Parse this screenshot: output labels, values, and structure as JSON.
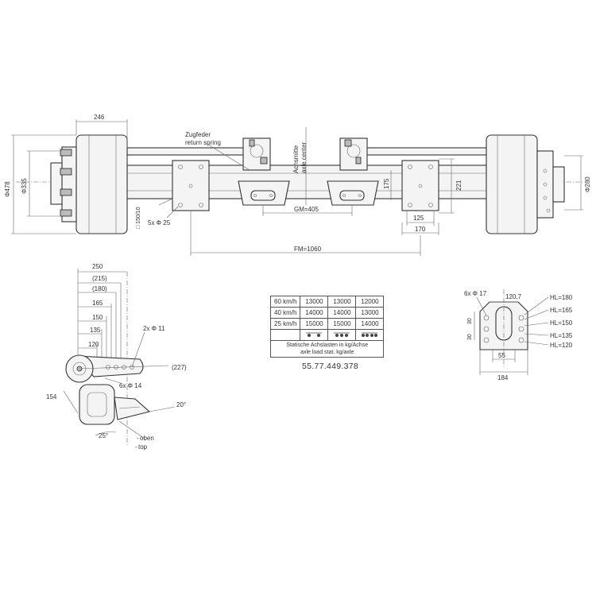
{
  "front_view": {
    "dim_246": "246",
    "dia_478": "Φ478",
    "dia_335": "Φ335",
    "dia_280": "Φ280",
    "spring_label_de": "Zugfeder",
    "spring_label_en": "return spring",
    "center_label_de": "Achsmitte",
    "center_label_en": "axle center",
    "dim_175": "175",
    "dim_221": "221",
    "bolt_note": "5x Φ 25",
    "square_note": "□ 150/10",
    "gm": "GM=405",
    "fm": "FM=1060",
    "dim_125": "125",
    "dim_170": "170"
  },
  "side_view": {
    "dim_250": "250",
    "dim_215": "(215)",
    "dim_180": "(180)",
    "dim_165": "165",
    "dim_150": "150",
    "dim_135": "135",
    "dim_120": "120",
    "holes_11": "2x Φ 11",
    "holes_14": "6x Φ 14",
    "dim_227": "(227)",
    "dim_154": "154",
    "angle_20": "20°",
    "angle_25": "25°",
    "top_de": "oben",
    "top_en": "top"
  },
  "load_table": {
    "rows": [
      {
        "speed": "60 km/h",
        "values": [
          "13000",
          "13000",
          "12000"
        ]
      },
      {
        "speed": "40 km/h",
        "values": [
          "14000",
          "14000",
          "13000"
        ]
      },
      {
        "speed": "25 km/h",
        "values": [
          "15000",
          "15000",
          "14000"
        ]
      }
    ],
    "note_de": "Statische Achslasten in kg/Achse",
    "note_en": "axle load stat. kg/axle"
  },
  "part_number": "55.77.449.378",
  "bracket_view": {
    "holes": "6x Φ 17",
    "dim_1207": "120,7",
    "dim_30a": "30",
    "dim_30b": "30",
    "dim_55": "55",
    "dim_184": "184",
    "hl_labels": [
      "HL=180",
      "HL=165",
      "HL=150",
      "HL=135",
      "HL=120"
    ]
  }
}
